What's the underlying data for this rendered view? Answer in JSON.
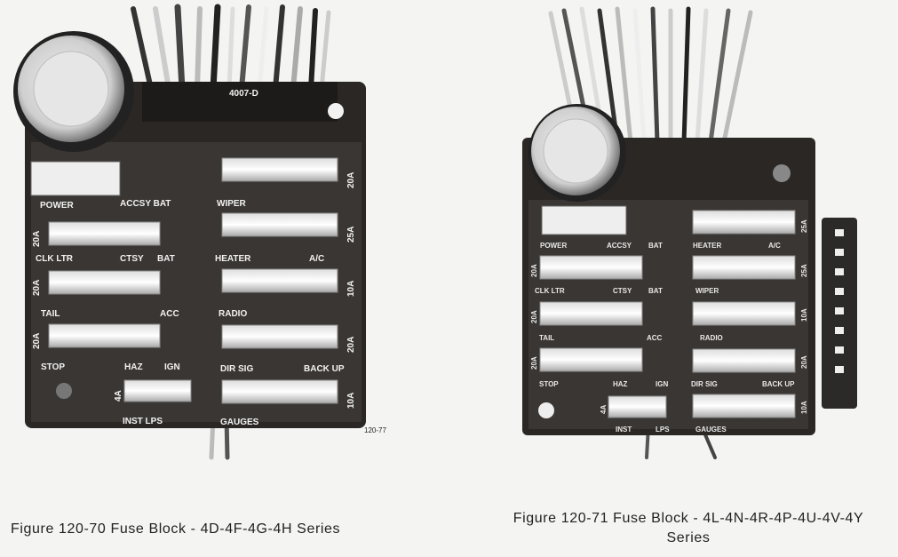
{
  "left_figure": {
    "part_label": "4007-D",
    "code": "120-77",
    "labels": {
      "power": "POWER",
      "accsy_bat": "ACCSY BAT",
      "wiper": "WIPER",
      "clk_ltr": "CLK LTR",
      "ctsy": "CTSY",
      "bat": "BAT",
      "heater": "HEATER",
      "ac": "A/C",
      "tail": "TAIL",
      "acc": "ACC",
      "radio": "RADIO",
      "stop": "STOP",
      "haz": "HAZ",
      "ign": "IGN",
      "dir_sig": "DIR SIG",
      "back_up": "BACK UP",
      "inst_lps": "INST LPS",
      "gauges": "GAUGES"
    },
    "ratings": {
      "wiper": "20A",
      "heater": "25A",
      "radio": "10A",
      "back_up": "20A",
      "gauges": "10A",
      "clk": "20A",
      "tail": "20A",
      "stop": "20A",
      "inst": "4A"
    },
    "caption": "Figure 120-70 Fuse Block - 4D-4F-4G-4H Series"
  },
  "right_figure": {
    "labels": {
      "power": "POWER",
      "accsy": "ACCSY",
      "bat": "BAT",
      "heater": "HEATER",
      "ac": "A/C",
      "clk_ltr": "CLK LTR",
      "ctsy": "CTSY",
      "bat2": "BAT",
      "wiper": "WIPER",
      "tail": "TAIL",
      "acc": "ACC",
      "radio": "RADIO",
      "stop": "STOP",
      "haz": "HAZ",
      "ign": "IGN",
      "dir_sig": "DIR SIG",
      "back_up": "BACK UP",
      "inst": "INST",
      "lps": "LPS",
      "gauges": "GAUGES"
    },
    "ratings": {
      "heater": "25A",
      "wiper": "25A",
      "radio": "10A",
      "back_up": "20A",
      "gauges": "10A",
      "clk": "20A",
      "tail": "20A",
      "stop": "20A",
      "inst": "4A"
    },
    "caption_line1": "Figure 120-71 Fuse Block - 4L-4N-4R-4P-4U-4V-4Y",
    "caption_line2": "Series"
  }
}
